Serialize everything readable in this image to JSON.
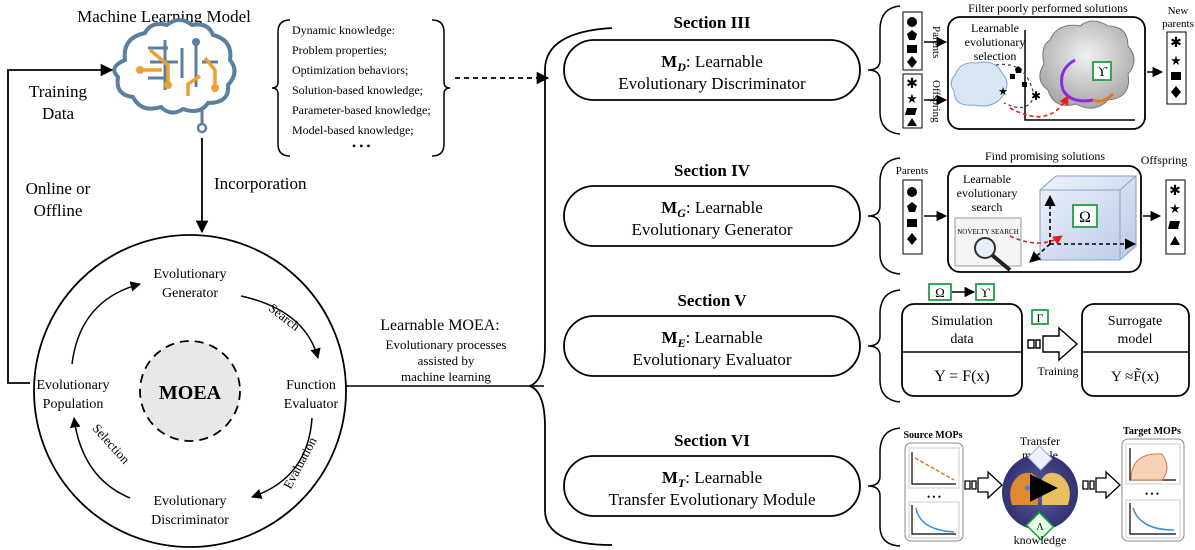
{
  "left": {
    "ml_model_title": "Machine Learning Model",
    "training_label_1": "Training",
    "training_label_2": "Data",
    "online_label_1": "Online or",
    "online_label_2": "Offline",
    "incorporation_label": "Incorporation",
    "knowledge_items": [
      "Dynamic knowledge:",
      "Problem properties;",
      "Optimization behaviors;",
      "Solution-based knowledge;",
      "Parameter-based knowledge;",
      "Model-based knowledge;",
      "• • •"
    ],
    "cycle": {
      "center": "MOEA",
      "generator": [
        "Evolutionary",
        "Generator"
      ],
      "evaluator": [
        "Function",
        "Evaluator"
      ],
      "discriminator": [
        "Evolutionary",
        "Discriminator"
      ],
      "population": [
        "Evolutionary",
        "Population"
      ],
      "search": "Search",
      "evaluation": "Evaluation",
      "selection": "Selection"
    },
    "learnable_moea": [
      "Learnable MOEA:",
      "Evolutionary processes",
      "assisted by",
      "machine learning"
    ]
  },
  "sections": [
    {
      "heading": "Section III",
      "sym": "M",
      "sub": "D",
      "rest": ": Learnable",
      "line2": "Evolutionary Discriminator"
    },
    {
      "heading": "Section IV",
      "sym": "M",
      "sub": "G",
      "rest": ": Learnable",
      "line2": "Evolutionary Generator"
    },
    {
      "heading": "Section V",
      "sym": "M",
      "sub": "E",
      "rest": ": Learnable",
      "line2": "Evolutionary Evaluator"
    },
    {
      "heading": "Section VI",
      "sym": "M",
      "sub": "T",
      "rest": ": Learnable",
      "line2": "Transfer Evolutionary Module"
    }
  ],
  "discriminator_panel": {
    "parents": "Parents",
    "offspring": "Offspring",
    "title": "Filter poorly performed solutions",
    "inner": [
      "Learnable",
      "evolutionary",
      "selection"
    ],
    "new_parents": [
      "New",
      "parents"
    ],
    "symbol": "ϒ"
  },
  "generator_panel": {
    "parents": "Parents",
    "title": "Find promising solutions",
    "offspring": "Offspring",
    "inner": [
      "Learnable",
      "evolutionary",
      "search"
    ],
    "omega": "Ω",
    "novelty": "NOVELTY SEARCH"
  },
  "evaluator_panel": {
    "omega": "Ω",
    "upsilon": "ϒ",
    "gamma": "Γ",
    "sim_data": [
      "Simulation",
      "data"
    ],
    "sim_eq": "Y = F(x)",
    "training": "Training",
    "surrogate": [
      "Surrogate",
      "model"
    ],
    "surrogate_eq": "Y ≈F̃(x)"
  },
  "transfer_panel": {
    "source": "Source MOPs",
    "module": [
      "Transfer",
      "module"
    ],
    "target": "Target MOPs",
    "knowledge": "knowledge",
    "dots": "• • •",
    "lambda": "Λ"
  }
}
